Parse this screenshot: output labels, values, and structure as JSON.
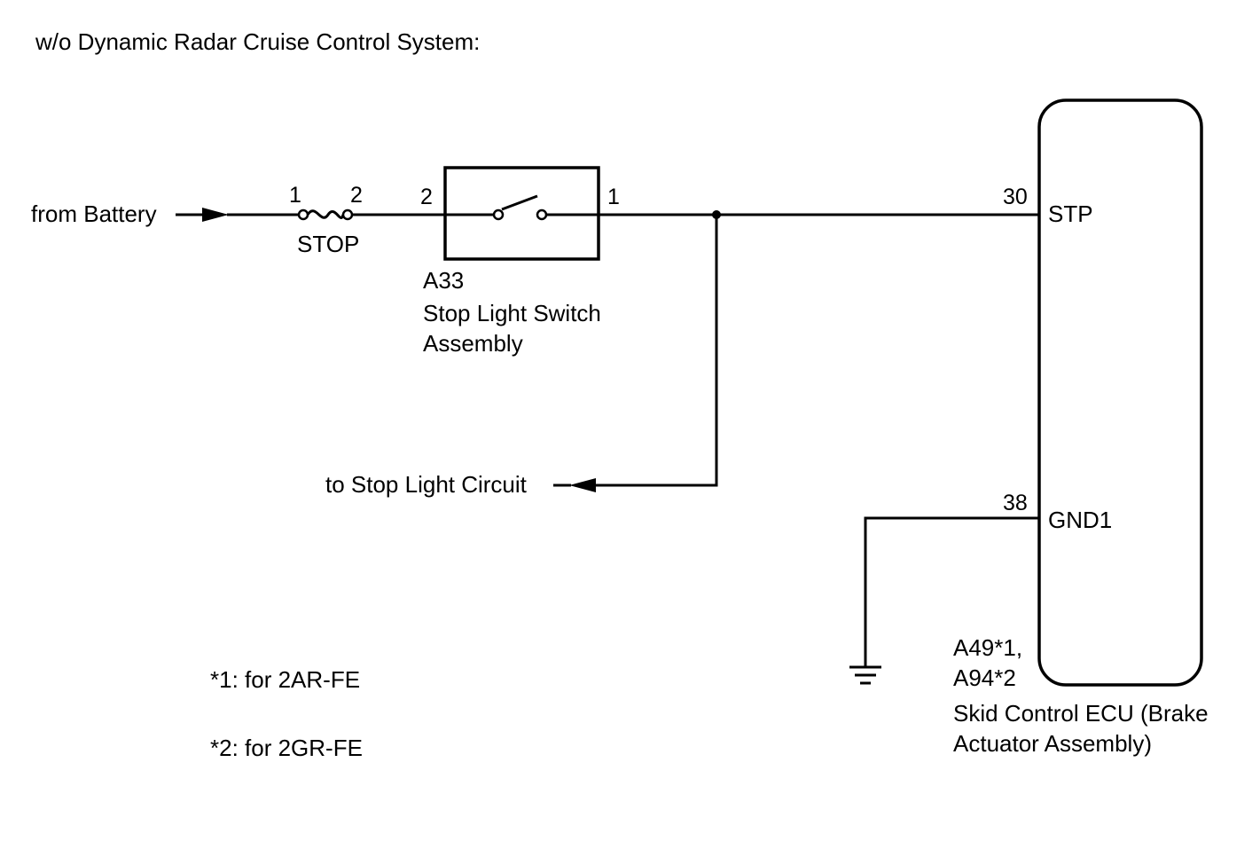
{
  "title": "w/o Dynamic Radar Cruise Control System:",
  "source": {
    "label": "from Battery"
  },
  "fuse": {
    "name": "STOP",
    "pin_in": "1",
    "pin_out": "2"
  },
  "stop_light_switch": {
    "pin_in": "2",
    "pin_out": "1",
    "code": "A33",
    "name_line1": "Stop Light Switch",
    "name_line2": "Assembly"
  },
  "branch": {
    "label": "to Stop Light Circuit"
  },
  "ecu": {
    "stp_pin": "30",
    "stp_label": "STP",
    "gnd_pin": "38",
    "gnd_label": "GND1",
    "code_line1": "A49*1,",
    "code_line2": "A94*2",
    "name_line1": "Skid Control ECU (Brake",
    "name_line2": "Actuator Assembly)"
  },
  "notes": [
    "*1: for 2AR-FE",
    "*2: for 2GR-FE"
  ],
  "icons": [
    "arrow-right-icon",
    "arrow-left-icon",
    "fuse-icon",
    "switch-icon",
    "junction-dot-icon",
    "ground-icon"
  ]
}
